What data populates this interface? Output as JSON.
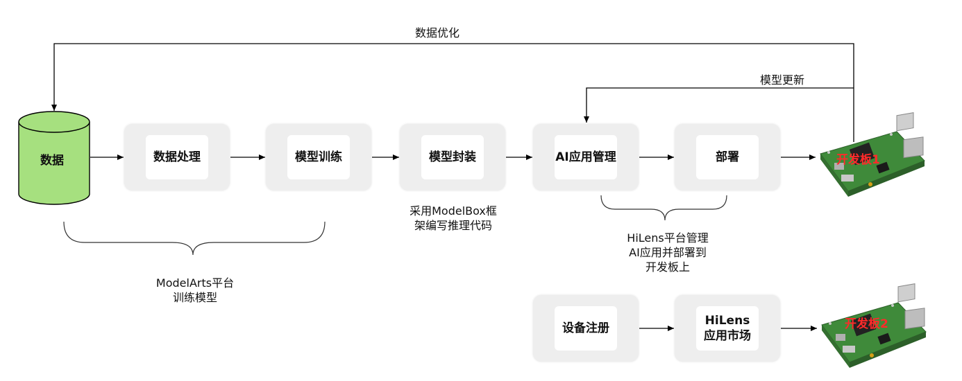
{
  "nodes": {
    "data": "数据",
    "data_processing": "数据处理",
    "model_training": "模型训练",
    "model_packaging": "模型封装",
    "ai_app_management": "AI应用管理",
    "deploy": "部署",
    "device_registration": "设备注册",
    "hilens_market_line1": "HiLens",
    "hilens_market_line2": "应用市场",
    "board1": "开发板1",
    "board2": "开发板2"
  },
  "labels": {
    "data_optimization": "数据优化",
    "model_update": "模型更新",
    "modelarts_line1": "ModelArts平台",
    "modelarts_line2": "训练模型",
    "modelbox_line1": "采用ModelBox框",
    "modelbox_line2": "架编写推理代码",
    "hilens_line1": "HiLens平台管理",
    "hilens_line2": "AI应用并部署到",
    "hilens_line3": "开发板上"
  },
  "colors": {
    "cylinder_fill": "#a6e07f",
    "board_pcb": "#3f8a3a",
    "board_label": "#ff2a2a"
  }
}
